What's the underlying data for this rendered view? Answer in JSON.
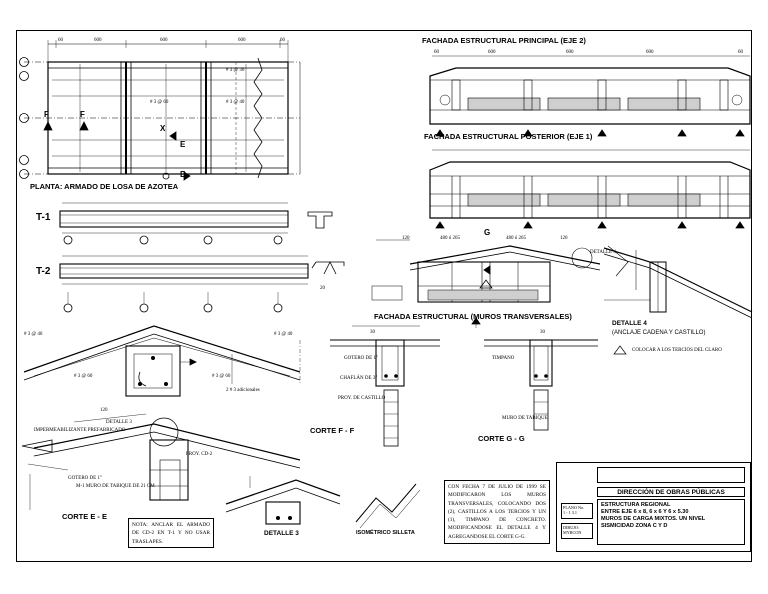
{
  "titles": {
    "fachada_principal": "FACHADA ESTRUCTURAL PRINCIPAL (EJE 2)",
    "fachada_posterior": "FACHADA ESTRUCTURAL POSTERIOR (EJE 1)",
    "planta": "PLANTA:  ARMADO DE LOSA DE AZOTEA",
    "fachada_muros": "FACHADA ESTRUCTURAL (MUROS TRANSVERSALES)",
    "corte_ff": "CORTE F - F",
    "corte_gg": "CORTE G - G",
    "corte_ee": "CORTE E - E",
    "detalle3": "DETALLE 3",
    "detalle4": "DETALLE 4",
    "detalle4_sub": "(ANCLAJE  CADENA Y CASTILLO)",
    "isometrico": "ISOMÉTRICO SILLETA"
  },
  "beams": {
    "t1": "T-1",
    "t2": "T-2"
  },
  "plan_dims": [
    "60",
    "600",
    "600",
    "600",
    "60"
  ],
  "facade_dims": [
    "60",
    "600",
    "600",
    "600",
    "60"
  ],
  "muros_dims": [
    "120",
    "480 ó 265",
    "480 ó 265",
    "120"
  ],
  "section_marks": {
    "f": "F",
    "e": "E",
    "x": "X",
    "g": "G"
  },
  "annotations": {
    "rebar_30": "# 3 @ 30",
    "rebar_40": "# 3 @ 40",
    "rebar_60": "# 3 @ 60",
    "adicionales": "2 # 3 adicionales",
    "goteros": "GOTERO DE 1\"",
    "chaflan": "CHAFLÁN DE 3\"",
    "prov_castillo": "PROY. DE CASTILLO",
    "muro_tabique": "MURO DE TABIQUE",
    "timpano": "TIMPANO",
    "impermeabilizante": "IMPERMEABILIZANTE PREFABRICADO",
    "detalle3_ref": "DETALLE 3",
    "gotero_e": "GOTERO DE 1\"",
    "muro_tabique_e": "M-1 MURO DE TABIQUE DE 21 CM",
    "prov_cd2": "PROY. CD-2",
    "colocar": "COLOCAR A LOS TERCIOS DEL CLARO",
    "detalle4_ref": "DETALLE 4",
    "dim_120": "120",
    "dim_30": "30",
    "dim_20": "20"
  },
  "note_anclar": "NOTA: ANCLAR EL ARMADO DE CD-2 EN T-1 Y NO USAR TRASLAPES.",
  "note_fecha": "CON FECHA 7 DE JULIO DE 1999 SE MODIFICARON LOS MUROS TRANSVERSALES, COLOCANDO DOS (2), CASTILLOS A LOS TERCIOS Y UN (1), TIMPANO DE CONCRETO. MODIFICANDOSE EL DETALLE 4 Y AGREGANDOSE EL CORTE G-G.",
  "title_block": {
    "organization": "DIRECCIÓN DE OBRAS PÚBLICAS",
    "line1": "ESTRUCTURA REGIONAL",
    "line2": "ENTRE EJE 6 x 8, 6 x 6 Y 6 x 5.30",
    "line3": "MUROS DE CARGA MIXTOS.      UN NIVEL",
    "line4": "SISMICIDAD ZONA C Y D",
    "plano_label": "PLANO No.",
    "plano_value": "1 - 1 3.1",
    "dibujo_label": "DIBUJO:",
    "dibujo_value": "MYRCON"
  }
}
